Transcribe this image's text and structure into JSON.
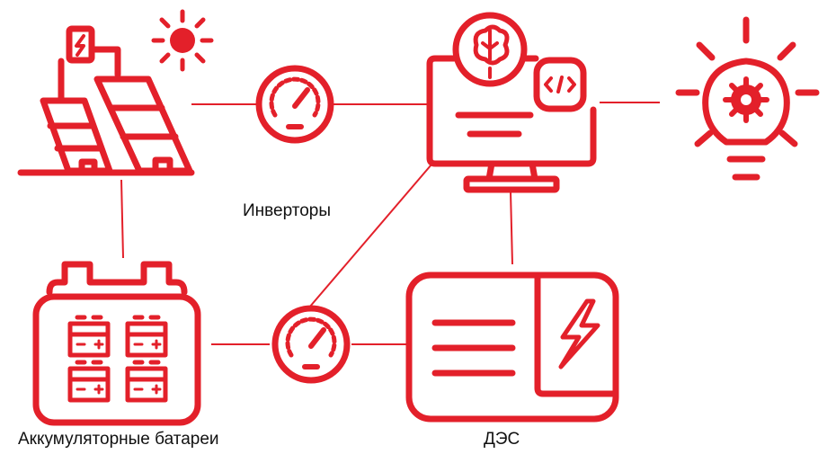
{
  "colors": {
    "accent": "#E3202A",
    "text": "#111111",
    "background": "#FFFFFF"
  },
  "labels": {
    "inverters": "Инверторы",
    "batteries": "Аккумуляторные батареи",
    "diesel_station": "ДЭС"
  },
  "icons": {
    "solar": "solar-panels-with-sun-icon",
    "inverter": "gauge-icon",
    "computer": "monitor-with-ai-brain-and-code-icon",
    "bulb": "lightbulb-with-gear-icon",
    "battery": "battery-bank-icon",
    "generator": "diesel-generator-panel-icon"
  },
  "nodes": [
    "solar-panels",
    "inverter-top",
    "computer",
    "lightbulb",
    "battery-bank",
    "inverter-bottom",
    "diesel-station"
  ],
  "connections": [
    [
      "solar-panels",
      "inverter-top"
    ],
    [
      "inverter-top",
      "computer"
    ],
    [
      "computer",
      "lightbulb"
    ],
    [
      "solar-panels",
      "battery-bank"
    ],
    [
      "battery-bank",
      "inverter-bottom"
    ],
    [
      "inverter-bottom",
      "diesel-station"
    ],
    [
      "computer",
      "inverter-bottom"
    ],
    [
      "computer",
      "diesel-station"
    ]
  ]
}
